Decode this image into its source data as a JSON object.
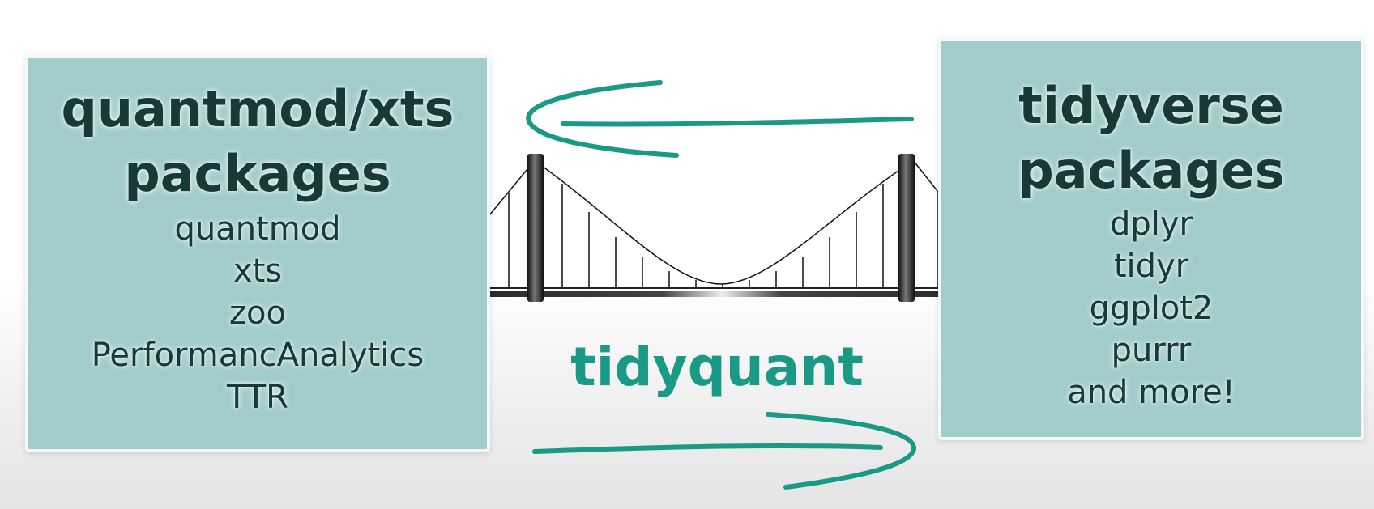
{
  "left_box": {
    "title_line1": "quantmod/xts",
    "title_line2": "packages",
    "items": [
      "quantmod",
      "xts",
      "zoo",
      "PerformancAnalytics",
      "TTR"
    ]
  },
  "right_box": {
    "title_line1": "tidyverse",
    "title_line2": "packages",
    "items": [
      "dplyr",
      "tidyr",
      "ggplot2",
      "purrr",
      "and more!"
    ]
  },
  "center": {
    "label": "tidyquant"
  },
  "colors": {
    "box_fill": "#a1cccb",
    "box_text": "#173a36",
    "accent": "#1a9985"
  },
  "icons": [
    "bridge-icon",
    "arrow-left-icon",
    "arrow-right-icon"
  ]
}
